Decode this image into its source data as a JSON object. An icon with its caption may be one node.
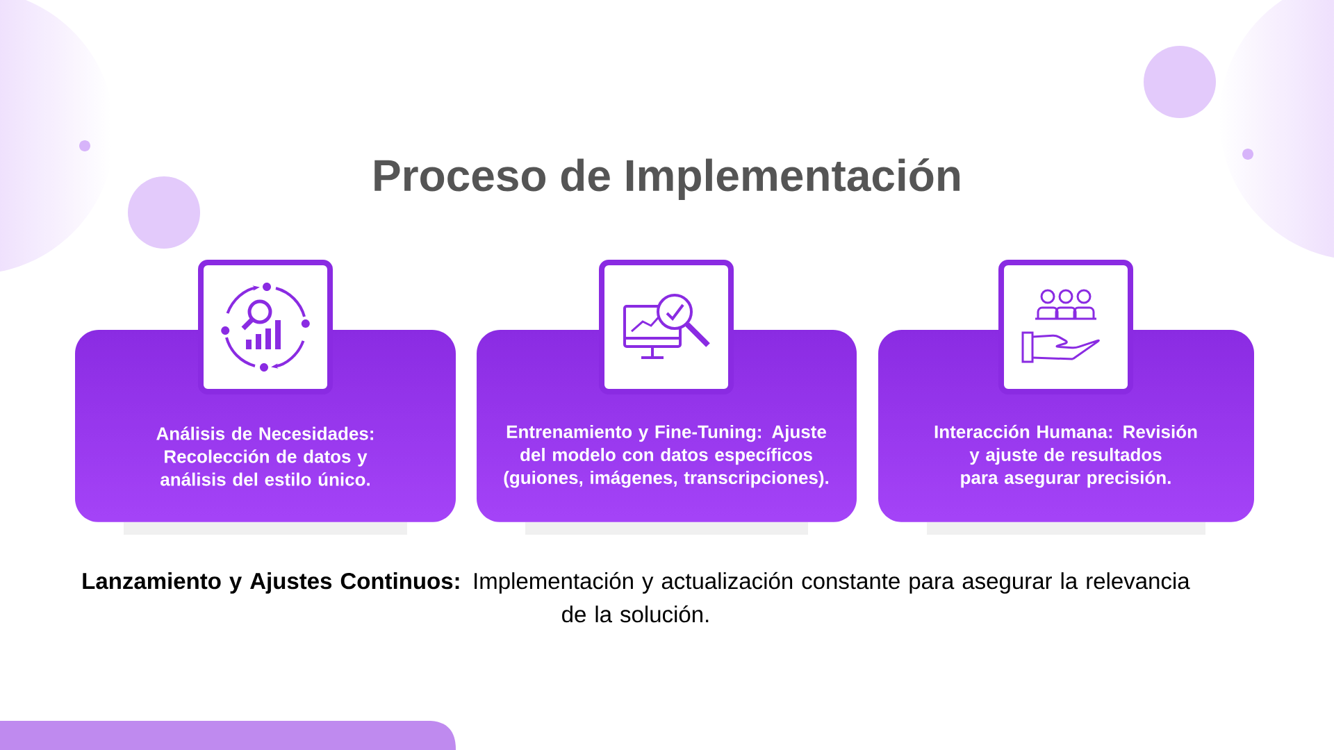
{
  "diagram": {
    "title": "Proceso de Implementación",
    "nodes": [
      {
        "text": [
          "Análisis de Necesidades: Recolección de datos y análisis del estilo único."
        ]
      },
      {
        "text": [
          "Entrenamiento y Fine-Tuning: Ajuste del modelo con datos específicos (guiones, imágenes, transcripciones)."
        ]
      },
      {
        "text": [
          "Interacción Humana: Revisión y ajuste de resultados para asegurar precisión."
        ]
      }
    ],
    "labels": [
      "**Lanzamiento y Ajustes Continuos:** Implementación y actualización constante para asegurar la relevancia de la solución."
    ]
  }
}
